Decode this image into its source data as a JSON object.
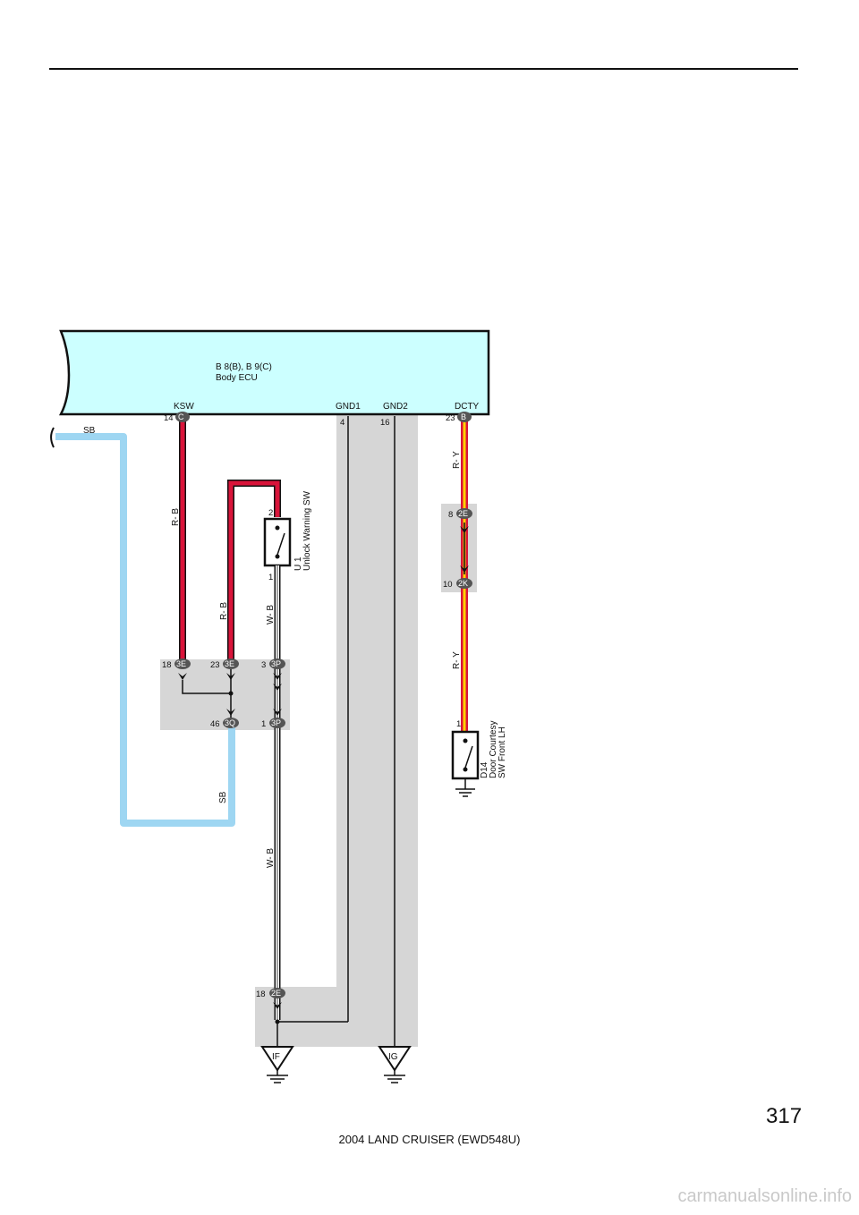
{
  "ecu": {
    "connectors": "B 8(B), B 9(C)",
    "name": "Body ECU"
  },
  "terminals": {
    "ksw": "KSW",
    "gnd1": "GND1",
    "gnd2": "GND2",
    "dcty": "DCTY"
  },
  "pins": {
    "ksw_pin": "14",
    "ksw_conn": "C",
    "gnd1_pin": "4",
    "gnd2_pin": "16",
    "dcty_pin": "23",
    "dcty_conn": "B",
    "j2e_top_pin": "8",
    "j2e_top_conn": "2E",
    "j2k_pin": "10",
    "j2k_conn": "2K",
    "j3e_left_pin": "18",
    "j3e_left_conn": "3E",
    "j3e_right_pin": "23",
    "j3e_right_conn": "3E",
    "j3p_top_pin": "3",
    "j3p_top_conn": "3P",
    "j3q_pin": "46",
    "j3q_conn": "3Q",
    "j3p_bot_pin": "1",
    "j3p_bot_conn": "3P",
    "j2e_bot_pin": "18",
    "j2e_bot_conn": "2E",
    "u1_pin_top": "2",
    "u1_pin_bot": "1",
    "d14_pin": "1"
  },
  "wires": {
    "sb_top": "SB",
    "rb_left": "R- B",
    "rb_mid": "R- B",
    "wb_upper": "W- B",
    "wb_lower": "W- B",
    "sb_lower": "SB",
    "ry_upper": "R- Y",
    "ry_lower": "R- Y"
  },
  "components": {
    "u1_id": "U 1",
    "u1_name": "Unlock Warning SW",
    "d14_id": "D14",
    "d14_line1": "Door Courtesy",
    "d14_line2": "SW Front LH"
  },
  "grounds": {
    "if": "IF",
    "ig": "IG"
  },
  "page": {
    "number": "317",
    "footer": "2004 LAND CRUISER (EWD548U)",
    "watermark": "carmanualsonline.info"
  },
  "colors": {
    "ecu_fill": "#ccffff",
    "red_wire": "#d9143a",
    "yellow_wire": "#ffd200",
    "sb_wire": "#9ed6f2",
    "shade": "#d6d6d6",
    "connector": "#555555"
  }
}
